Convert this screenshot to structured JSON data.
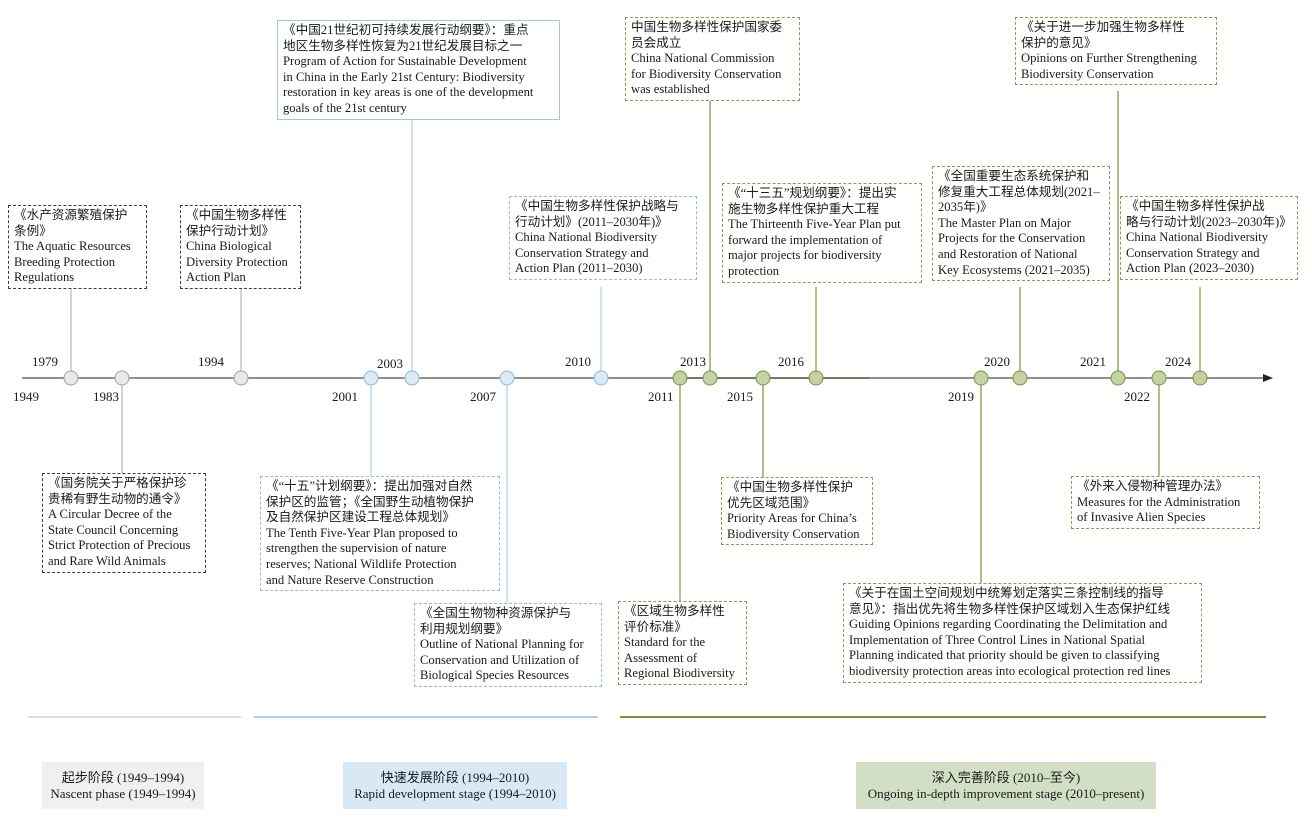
{
  "colors": {
    "axis": "#222222",
    "stage1": "#dcdcdc",
    "stage2": "#a9d0ec",
    "stage3": "#7f8f3a",
    "node1": "#e9e9e9",
    "node2": "#dceaf6",
    "node3": "#c3d3a6"
  },
  "years": [
    {
      "label": "1949"
    },
    {
      "label": "1979"
    },
    {
      "label": "1983"
    },
    {
      "label": "1994"
    },
    {
      "label": "2001"
    },
    {
      "label": "2003"
    },
    {
      "label": "2007"
    },
    {
      "label": "2010"
    },
    {
      "label": "2011"
    },
    {
      "label": "2013"
    },
    {
      "label": "2015"
    },
    {
      "label": "2016"
    },
    {
      "label": "2019"
    },
    {
      "label": "2020"
    },
    {
      "label": "2021"
    },
    {
      "label": "2022"
    },
    {
      "label": "2024"
    }
  ],
  "events": [
    {
      "zh": "《水产资源繁殖保护\n条例》",
      "en": "The Aquatic Resources\nBreeding Protection\nRegulations"
    },
    {
      "zh": "《国务院关于严格保护珍\n贵稀有野生动物的通令》",
      "en": "A Circular Decree of the\nState Council Concerning\nStrict Protection of Precious\nand Rare Wild Animals"
    },
    {
      "zh": "《中国生物多样性\n保护行动计划》",
      "en": "China Biological\nDiversity Protection\nAction Plan"
    },
    {
      "zh": "《“十五”计划纲要》：提出加强对自然\n保护区的监管；《全国野生动植物保护\n及自然保护区建设工程总体规划》",
      "en": "The Tenth Five-Year Plan proposed to\nstrengthen the supervision of nature\nreserves; National Wildlife Protection\nand Nature Reserve Construction"
    },
    {
      "zh": "《中国21世纪初可持续发展行动纲要》：重点\n地区生物多样性恢复为21世纪发展目标之一",
      "en": "Program of Action for Sustainable Development\nin China in the Early 21st Century: Biodiversity\nrestoration in key areas is one of the development\ngoals of the 21st century"
    },
    {
      "zh": "《全国生物物种资源保护与\n利用规划纲要》",
      "en": "Outline of National Planning for\nConservation and Utilization of\nBiological Species Resources"
    },
    {
      "zh": "《中国生物多样性保护战略与\n行动计划》(2011–2030年)》",
      "en": "China National Biodiversity\nConservation Strategy and\nAction Plan (2011–2030)"
    },
    {
      "zh": "《区域生物多样性\n评价标准》",
      "en": "Standard for the\nAssessment of\nRegional Biodiversity"
    },
    {
      "zh": "中国生物多样性保护国家委\n员会成立",
      "en": "China National Commission\nfor Biodiversity Conservation\nwas established"
    },
    {
      "zh": "《中国生物多样性保护\n优先区域范围》",
      "en": "Priority Areas for China’s\nBiodiversity Conservation"
    },
    {
      "zh": "《“十三五”规划纲要》：提出实\n施生物多样性保护重大工程",
      "en": "The Thirteenth Five-Year Plan put\nforward the implementation of\nmajor projects for biodiversity\nprotection"
    },
    {
      "zh": "《关于在国土空间规划中统筹划定落实三条控制线的指导\n意见》：指出优先将生物多样性保护区域划入生态保护红线",
      "en": "Guiding Opinions regarding Coordinating the Delimitation and\nImplementation of Three Control Lines in National Spatial\nPlanning indicated that priority should be given to classifying\nbiodiversity protection areas into ecological protection red lines"
    },
    {
      "zh": "《全国重要生态系统保护和\n修复重大工程总体规划(2021–\n2035年)》",
      "en": "The Master Plan on Major\nProjects for the Conservation\nand Restoration of National\nKey Ecosystems (2021–2035)"
    },
    {
      "zh": "《关于进一步加强生物多样性\n保护的意见》",
      "en": "Opinions on Further Strengthening\nBiodiversity Conservation"
    },
    {
      "zh": "《外来入侵物种管理办法》",
      "en": "Measures for the Administration\nof Invasive Alien Species"
    },
    {
      "zh": "《中国生物多样性保护战\n略与行动计划(2023–2030年)》",
      "en": "China National Biodiversity\nConservation Strategy and\nAction Plan (2023–2030)"
    }
  ],
  "stages": [
    {
      "zh": "起步阶段 (1949–1994)",
      "en": "Nascent phase (1949–1994)"
    },
    {
      "zh": "快速发展阶段 (1994–2010)",
      "en": "Rapid development stage (1994–2010)"
    },
    {
      "zh": "深入完善阶段 (2010–至今)",
      "en": "Ongoing in-depth improvement stage (2010–present)"
    }
  ]
}
